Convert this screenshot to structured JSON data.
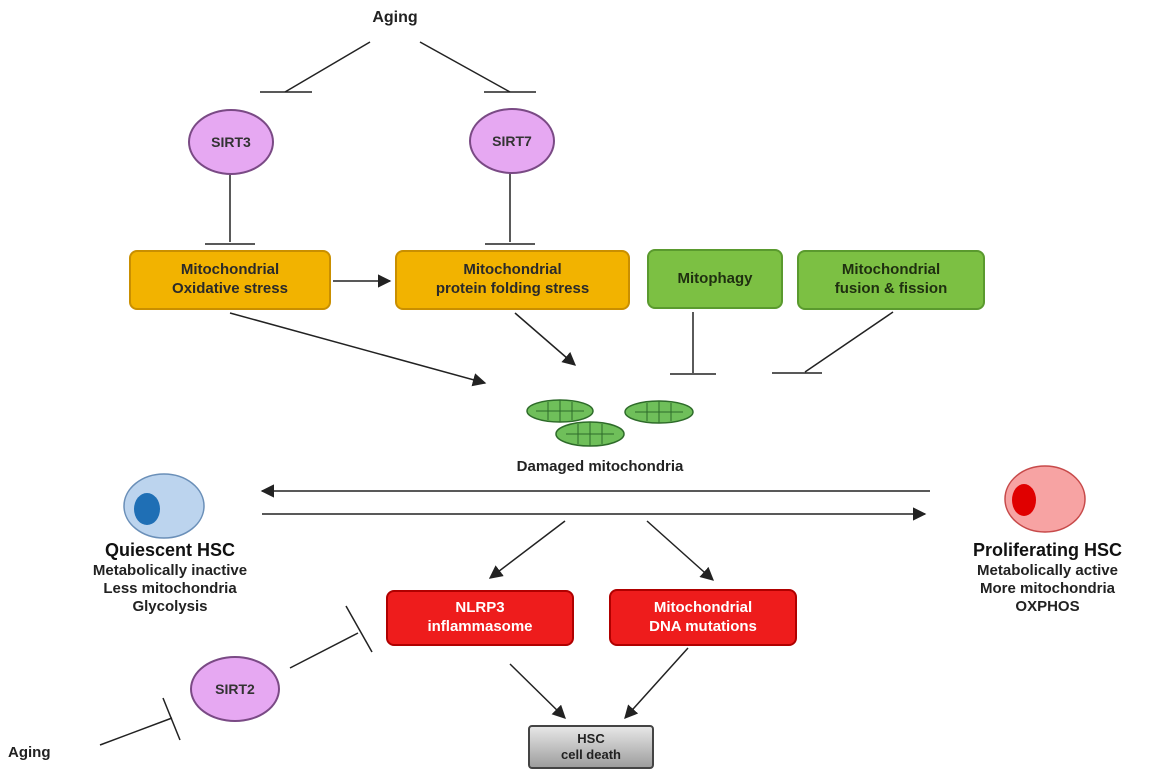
{
  "aging_top": "Aging",
  "aging_bottom": "Aging",
  "sirt3": "SIRT3",
  "sirt7": "SIRT7",
  "sirt2": "SIRT2",
  "ox_stress": [
    "Mitochondrial",
    "Oxidative stress"
  ],
  "protein_stress": [
    "Mitochondrial",
    "protein folding stress"
  ],
  "mitophagy": "Mitophagy",
  "fusion": [
    "Mitochondrial",
    "fusion & fission"
  ],
  "damaged": "Damaged mitochondria",
  "quiescent": {
    "title": "Quiescent HSC",
    "lines": [
      "Metabolically inactive",
      "Less mitochondria",
      "Glycolysis"
    ]
  },
  "proliferating": {
    "title": "Proliferating HSC",
    "lines": [
      "Metabolically active",
      "More mitochondria",
      "OXPHOS"
    ]
  },
  "nlrp3": [
    "NLRP3",
    "inflammasome"
  ],
  "dna_mut": [
    "Mitochondrial",
    "DNA mutations"
  ],
  "death": [
    "HSC",
    "cell death"
  ],
  "colors": {
    "sirt": "#e6a8f2",
    "stress": "#f2b300",
    "quality_control": "#7cc043",
    "outcome": "#ee1c1c",
    "death": "#b5b5b5",
    "quiescent_cell": "#bcd4ee",
    "quiescent_nucleus": "#1f6fb5",
    "proliferating_cell": "#f7a3a3",
    "proliferating_nucleus": "#e00000"
  }
}
